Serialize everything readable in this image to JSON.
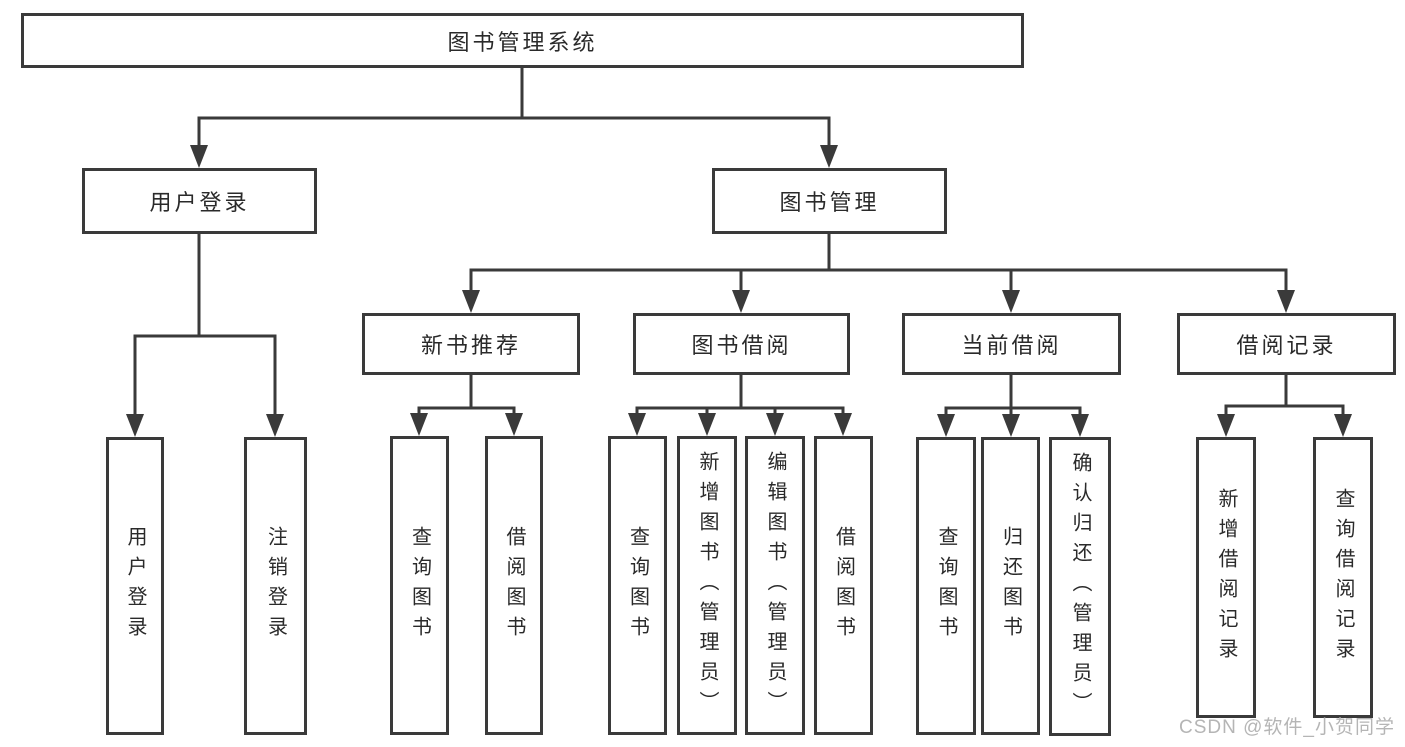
{
  "diagram": {
    "root": {
      "label": "图书管理系统"
    },
    "level2": {
      "user_login": {
        "label": "用户登录"
      },
      "book_management": {
        "label": "图书管理"
      }
    },
    "level3": {
      "new_book_recommend": {
        "label": "新书推荐"
      },
      "book_borrowing": {
        "label": "图书借阅"
      },
      "current_borrowing": {
        "label": "当前借阅"
      },
      "borrowing_records": {
        "label": "借阅记录"
      }
    },
    "leaves": {
      "user_login_login": {
        "label": "用户登录"
      },
      "user_login_logout": {
        "label": "注销登录"
      },
      "nbr_query_books": {
        "label": "查询图书"
      },
      "nbr_borrow_books": {
        "label": "借阅图书"
      },
      "bb_query_books": {
        "label": "查询图书"
      },
      "bb_add_books": {
        "label": "新增图书（管理员）"
      },
      "bb_edit_books": {
        "label": "编辑图书（管理员）"
      },
      "bb_borrow_books": {
        "label": "借阅图书"
      },
      "cb_query_books": {
        "label": "查询图书"
      },
      "cb_return_books": {
        "label": "归还图书"
      },
      "cb_confirm_return": {
        "label": "确认归还（管理员）"
      },
      "br_add_record": {
        "label": "新增借阅记录"
      },
      "br_query_record": {
        "label": "查询借阅记录"
      }
    },
    "colors": {
      "line": "#3a3a3a",
      "text": "#2a2a2a",
      "background": "#ffffff",
      "watermark": "#b5b5b5"
    }
  },
  "watermark": {
    "text": "CSDN @软件_小贺同学"
  }
}
